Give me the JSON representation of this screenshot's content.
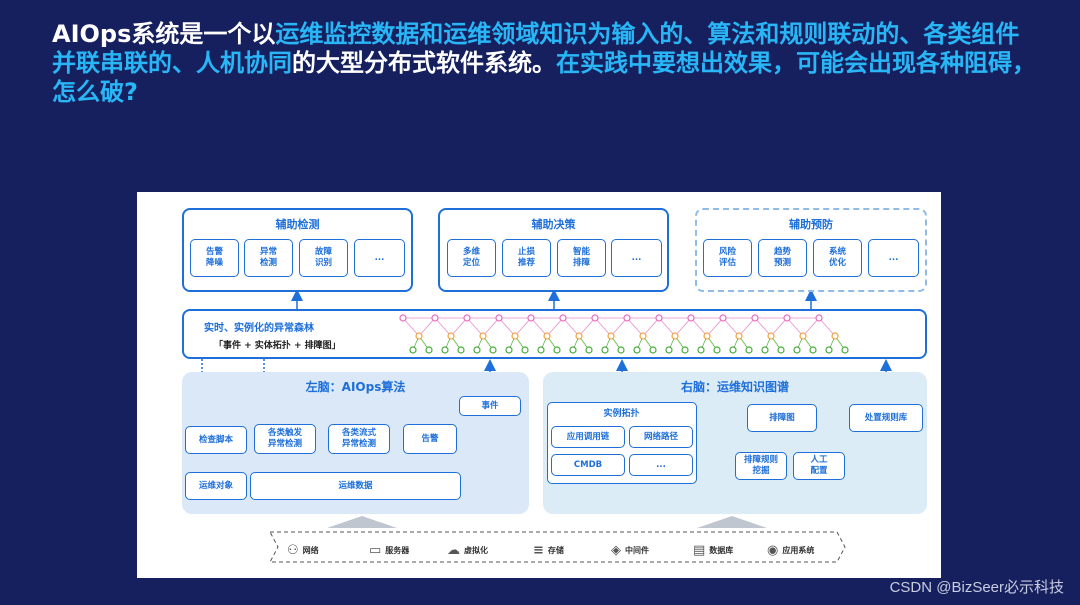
{
  "title": {
    "p1": "AIOps系统是一个以",
    "h1": "运维监控数据和运维领域知识为输入的、算法和规则联动的、各类组件并联串联的、人机协同",
    "p2": "的大型分布式软件系统。",
    "h2": "在实践中要想出效果，可能会出现各种阻碍，怎么破?"
  },
  "top_groups": {
    "detect": {
      "label": "辅助检测",
      "items": [
        "告警\n降噪",
        "异常\n检测",
        "故障\n识别",
        "..."
      ]
    },
    "decide": {
      "label": "辅助决策",
      "items": [
        "多维\n定位",
        "止损\n推荐",
        "智能\n排障",
        "..."
      ]
    },
    "predict": {
      "label": "辅助预防",
      "items": [
        "风险\n评估",
        "趋势\n预测",
        "系统\n优化",
        "..."
      ]
    }
  },
  "forest": {
    "line1": "实时、实例化的异常森林",
    "line2": "「事件 + 实体拓扑 + 排障图」"
  },
  "left_brain": {
    "label": "左脑：AIOps算法",
    "event": "事件",
    "check_script": "检查脚本",
    "trigger": "各类触发\n异常检测",
    "stream": "各类流式\n异常检测",
    "alert": "告警",
    "ops_object": "运维对象",
    "ops_data": "运维数据"
  },
  "right_brain": {
    "label": "右脑：运维知识图谱",
    "topology": "实例拓扑",
    "app_chain": "应用调用链",
    "net_path": "网络路径",
    "cmdb": "CMDB",
    "more": "...",
    "graph": "排障图",
    "rules": "处置规则库",
    "mining": "排障规则\n挖掘",
    "manual": "人工\n配置"
  },
  "infra": [
    {
      "icon": "network-icon",
      "label": "网络"
    },
    {
      "icon": "server-icon",
      "label": "服务器"
    },
    {
      "icon": "cloud-icon",
      "label": "虚拟化"
    },
    {
      "icon": "storage-icon",
      "label": "存储"
    },
    {
      "icon": "middleware-icon",
      "label": "中间件"
    },
    {
      "icon": "database-icon",
      "label": "数据库"
    },
    {
      "icon": "app-icon",
      "label": "应用系统"
    }
  ],
  "watermark": "CSDN @BizSeer必示科技",
  "colors": {
    "background": "#16205e",
    "accent": "#29b6f6",
    "diagram_blue": "#1e6fd9"
  }
}
